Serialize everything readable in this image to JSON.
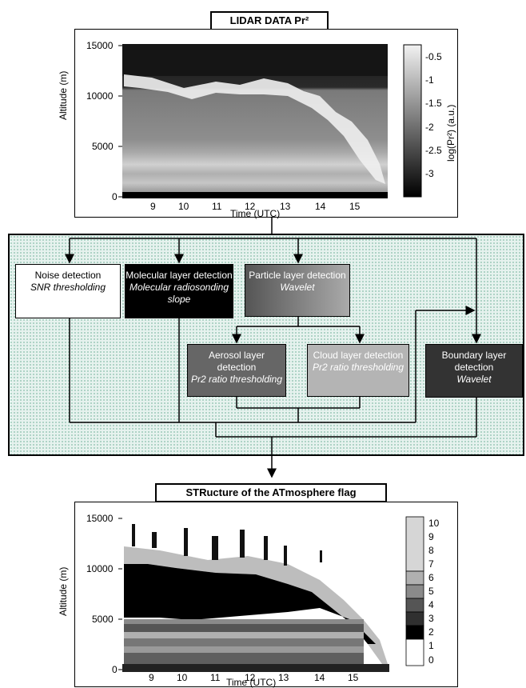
{
  "top_chart": {
    "title": "LIDAR DATA Pr²",
    "ylabel": "Altitude (m)",
    "xlabel": "Time (UTC)",
    "yticks": [
      "15000",
      "10000",
      "5000",
      "0"
    ],
    "xticks": [
      "9",
      "10",
      "11",
      "12",
      "13",
      "14",
      "15"
    ],
    "colorbar_label": "log(Pr²) (a.u.)",
    "colorbar_ticks": [
      "-0.5",
      "-1",
      "-1.5",
      "-2",
      "-2.5",
      "-3"
    ]
  },
  "flow": {
    "noise": {
      "title": "Noise detection",
      "method": "SNR thresholding"
    },
    "molecular": {
      "title": "Molecular layer detection",
      "method": "Molecular radiosonding slope"
    },
    "particle": {
      "title": "Particle layer detection",
      "method": "Wavelet"
    },
    "aerosol": {
      "title": "Aerosol layer detection",
      "method": "Pr2 ratio thresholding"
    },
    "cloud": {
      "title": "Cloud layer detection",
      "method": "Pr2 ratio thresholding"
    },
    "boundary": {
      "title": "Boundary layer detection",
      "method": "Wavelet"
    }
  },
  "bottom_chart": {
    "title": "STRucture of the ATmosphere flag",
    "ylabel": "Altitude (m)",
    "xlabel": "Time (UTC)",
    "yticks": [
      "15000",
      "10000",
      "5000",
      "0"
    ],
    "xticks": [
      "9",
      "10",
      "11",
      "12",
      "13",
      "14",
      "15"
    ],
    "colorbar_ticks": [
      "10",
      "9",
      "8",
      "7",
      "6",
      "5",
      "4",
      "3",
      "2",
      "1",
      "0"
    ]
  },
  "colors": {
    "flag_0": "#ffffff",
    "flag_1": "#000000",
    "flag_2": "#303030",
    "flag_3": "#555555",
    "flag_4": "#8a8a8a",
    "flag_5": "#b0b0b0",
    "flag_high": "#d6d6d6"
  }
}
